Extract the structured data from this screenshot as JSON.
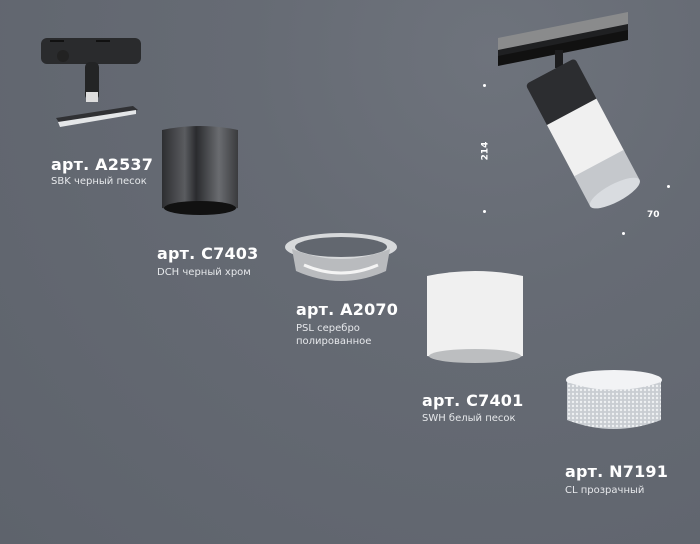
{
  "products": [
    {
      "article": "арт. A2537",
      "desc_lines": [
        "SBK черный песок"
      ],
      "finish_color": "#2b2c2e"
    },
    {
      "article": "арт. C7403",
      "desc_lines": [
        "DCH черный хром"
      ],
      "finish_color": "#45474b"
    },
    {
      "article": "арт. A2070",
      "desc_lines": [
        "PSL серебро",
        "полированное"
      ],
      "finish_color": "#c8cacc"
    },
    {
      "article": "арт. C7401",
      "desc_lines": [
        "SWH белый песок"
      ],
      "finish_color": "#f2f2f2"
    },
    {
      "article": "арт. N7191",
      "desc_lines": [
        "CL прозрачный"
      ],
      "finish_color": "#d9dde2"
    }
  ],
  "dimensions": {
    "height": "214",
    "diameter": "70"
  },
  "colors": {
    "background": "#62676f",
    "text": "#ffffff"
  }
}
